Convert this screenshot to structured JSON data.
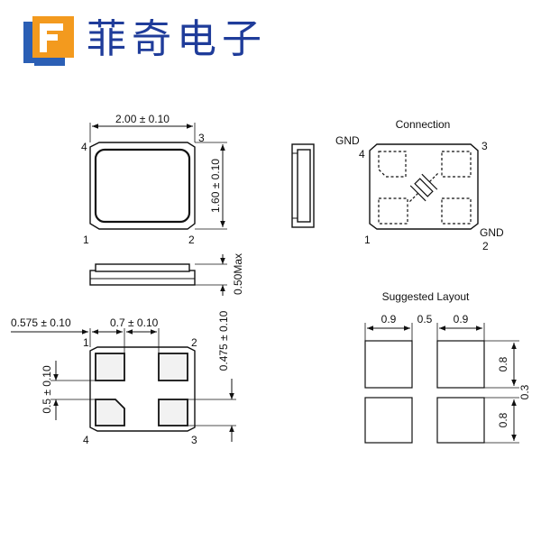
{
  "brand": {
    "name": "菲奇电子"
  },
  "colors": {
    "brand_blue": "#1f3c9a",
    "logo_orange": "#f39a1e",
    "logo_blue": "#2b5fb5"
  },
  "top_view": {
    "width_dim": "2.00 ± 0.10",
    "height_dim": "1.60 ± 0.10",
    "pins": {
      "p1": "1",
      "p2": "2",
      "p3": "3",
      "p4": "4"
    }
  },
  "side_view": {
    "height_dim": "0.50Max"
  },
  "bottom_view": {
    "dim_a": "0.575 ± 0.10",
    "dim_b": "0.7 ± 0.10",
    "dim_c": "0.475 ± 0.10",
    "dim_d": "0.5 ± 0.10",
    "pins": {
      "p1": "1",
      "p2": "2",
      "p3": "3",
      "p4": "4"
    }
  },
  "connection": {
    "title": "Connection",
    "gnd_top": "GND",
    "gnd_bottom": "GND",
    "pins": {
      "p1": "1",
      "p2": "2",
      "p3": "3",
      "p4": "4"
    }
  },
  "suggested_layout": {
    "title": "Suggested Layout",
    "w1": "0.9",
    "gap": "0.5",
    "w2": "0.9",
    "h1": "0.8",
    "total": "0.3",
    "h2": "0.8"
  }
}
